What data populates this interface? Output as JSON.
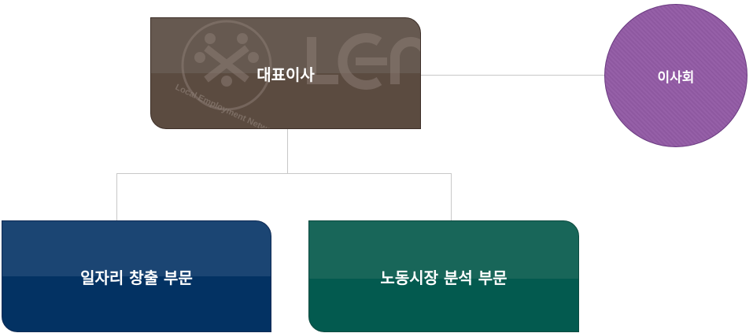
{
  "nodes": {
    "ceo": "대표이사",
    "board": "이사회",
    "job_creation": "일자리 창출 부문",
    "labor_market": "노동시장 분석 부문"
  },
  "logo": {
    "text": "LEN",
    "tagline": "Local Employment Network"
  },
  "colors": {
    "ceo": "#5b4b40",
    "board": "#9660a8",
    "job_creation": "#033263",
    "labor_market": "#035a4f",
    "connector": "#c8c8c8"
  }
}
